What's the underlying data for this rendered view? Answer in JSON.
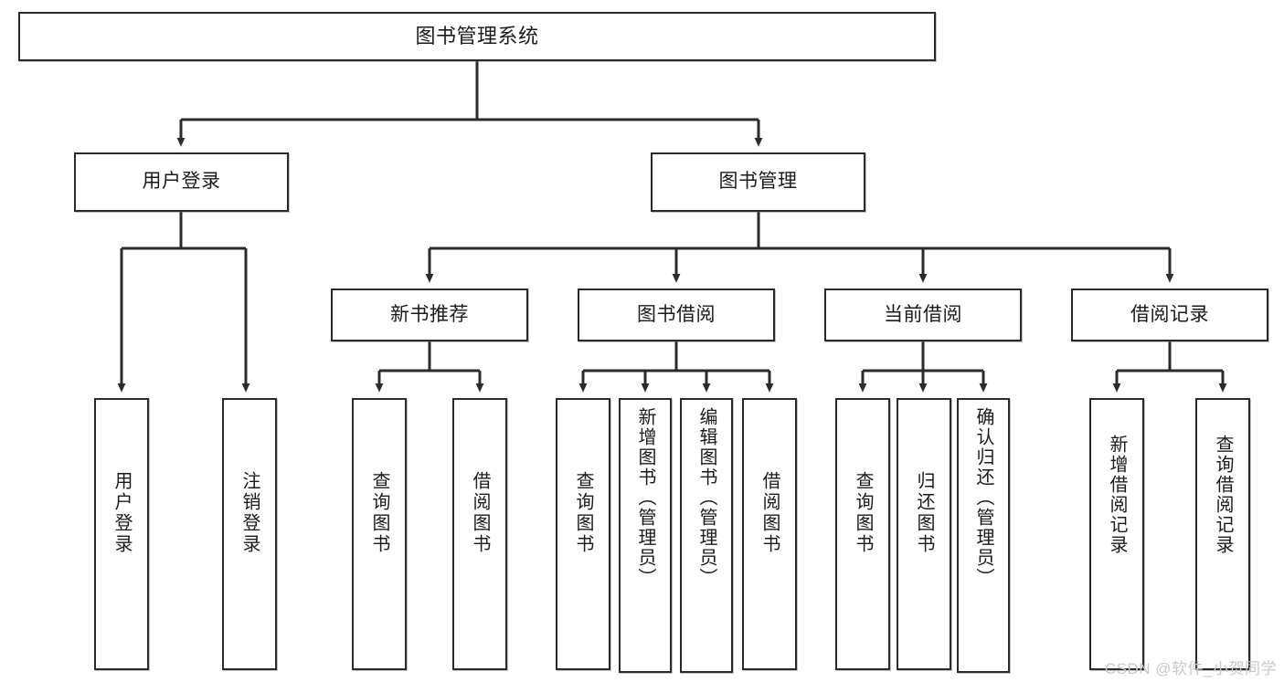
{
  "diagram": {
    "title": "图书管理系统",
    "type": "tree",
    "watermark": "CSDN @软件_小贺同学",
    "colors": {
      "box_border": "#2b2b2b",
      "box_fill": "#ffffff",
      "edge": "#2b2b2b",
      "text": "#1b1b1b",
      "watermark": "#c9c9c9",
      "background": "#ffffff"
    },
    "nodes": {
      "root": {
        "label": "图书管理系统"
      },
      "level2": [
        {
          "id": "user-login",
          "label": "用户登录"
        },
        {
          "id": "book-manage",
          "label": "图书管理"
        }
      ],
      "level3": [
        {
          "id": "new-book-recommend",
          "label": "新书推荐"
        },
        {
          "id": "book-borrow",
          "label": "图书借阅"
        },
        {
          "id": "current-borrow",
          "label": "当前借阅"
        },
        {
          "id": "borrow-record",
          "label": "借阅记录"
        }
      ],
      "leaves": {
        "user-login": [
          {
            "id": "leaf-user-login",
            "label": "用户登录"
          },
          {
            "id": "leaf-user-logout",
            "label": "注销登录"
          }
        ],
        "new-book-recommend": [
          {
            "id": "leaf-query-book-1",
            "label": "查询图书"
          },
          {
            "id": "leaf-borrow-book-1",
            "label": "借阅图书"
          }
        ],
        "book-borrow": [
          {
            "id": "leaf-query-book-2",
            "label": "查询图书"
          },
          {
            "id": "leaf-add-book",
            "label": "新增图书（管理员）"
          },
          {
            "id": "leaf-edit-book",
            "label": "编辑图书（管理员）"
          },
          {
            "id": "leaf-borrow-book-2",
            "label": "借阅图书"
          }
        ],
        "current-borrow": [
          {
            "id": "leaf-query-book-3",
            "label": "查询图书"
          },
          {
            "id": "leaf-return-book",
            "label": "归还图书"
          },
          {
            "id": "leaf-confirm-return",
            "label": "确认归还（管理员）"
          }
        ],
        "borrow-record": [
          {
            "id": "leaf-add-record",
            "label": "新增借阅记录"
          },
          {
            "id": "leaf-query-record",
            "label": "查询借阅记录"
          }
        ]
      }
    }
  }
}
